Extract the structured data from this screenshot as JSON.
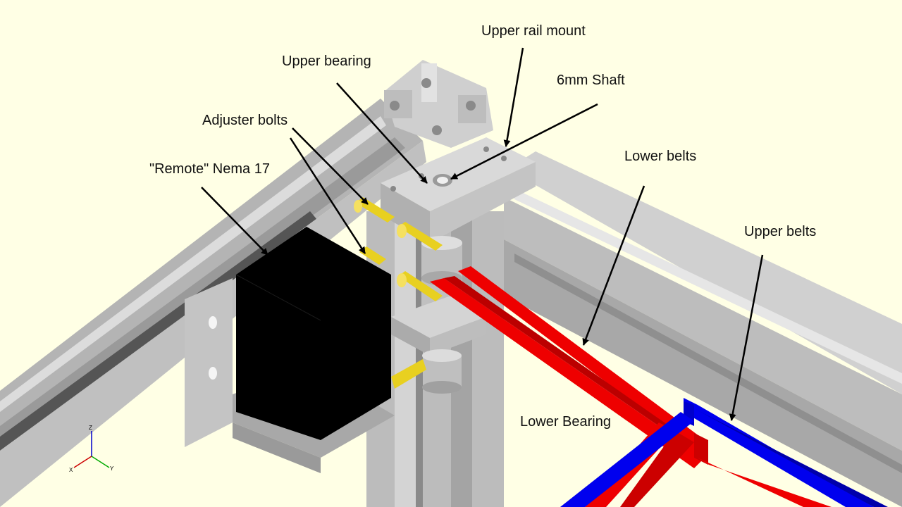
{
  "labels": {
    "upper_rail_mount": "Upper rail mount",
    "upper_bearing": "Upper bearing",
    "shaft": "6mm Shaft",
    "adjuster_bolts": "Adjuster bolts",
    "remote_nema": "\"Remote\" Nema 17",
    "lower_belts": "Lower belts",
    "upper_belts": "Upper belts",
    "lower_bearing": "Lower Bearing"
  },
  "axes": {
    "z": "Z",
    "x": "X",
    "y": "Y"
  },
  "colors": {
    "background": "#ffffe5",
    "aluminum": "#c8c8c8",
    "motor": "#000000",
    "bolts": "#e8d020",
    "lower_belts": "#ee0000",
    "upper_belts": "#0000ee"
  }
}
